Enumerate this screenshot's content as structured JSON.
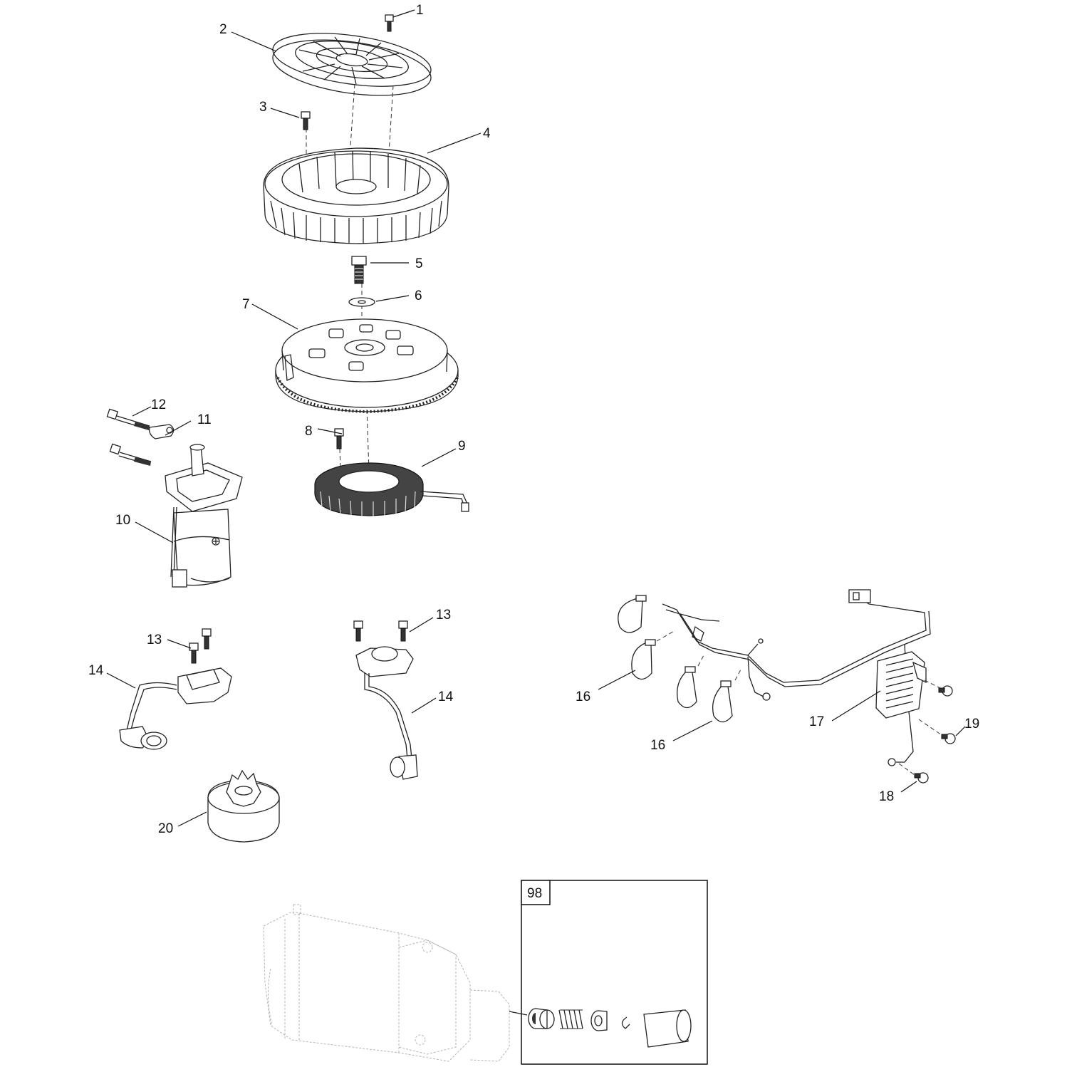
{
  "callouts": {
    "c1": "1",
    "c2": "2",
    "c3": "3",
    "c4": "4",
    "c5": "5",
    "c6": "6",
    "c7": "7",
    "c8": "8",
    "c9": "9",
    "c10": "10",
    "c11": "11",
    "c12": "12",
    "c13a": "13",
    "c13b": "13",
    "c14a": "14",
    "c14b": "14",
    "c16a": "16",
    "c16b": "16",
    "c17": "17",
    "c18": "18",
    "c19": "19",
    "c20": "20"
  },
  "inset": {
    "label": "98"
  },
  "colors": {
    "line": "#222222",
    "ghost": "#b5b5b5",
    "background": "#ffffff"
  }
}
